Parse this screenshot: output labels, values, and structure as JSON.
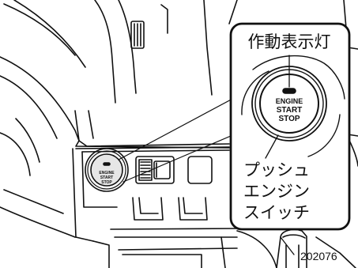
{
  "labels": {
    "indicator": "作動表示灯",
    "push_switch_line1": "プッシュ",
    "push_switch_line2": "エンジン",
    "push_switch_line3": "スイッチ",
    "figure_code": "202076"
  },
  "button": {
    "line1": "ENGINE",
    "line2": "START",
    "line3": "STOP"
  },
  "colors": {
    "line": "#111111",
    "background": "#ffffff",
    "shade": "#e6e6e6"
  }
}
